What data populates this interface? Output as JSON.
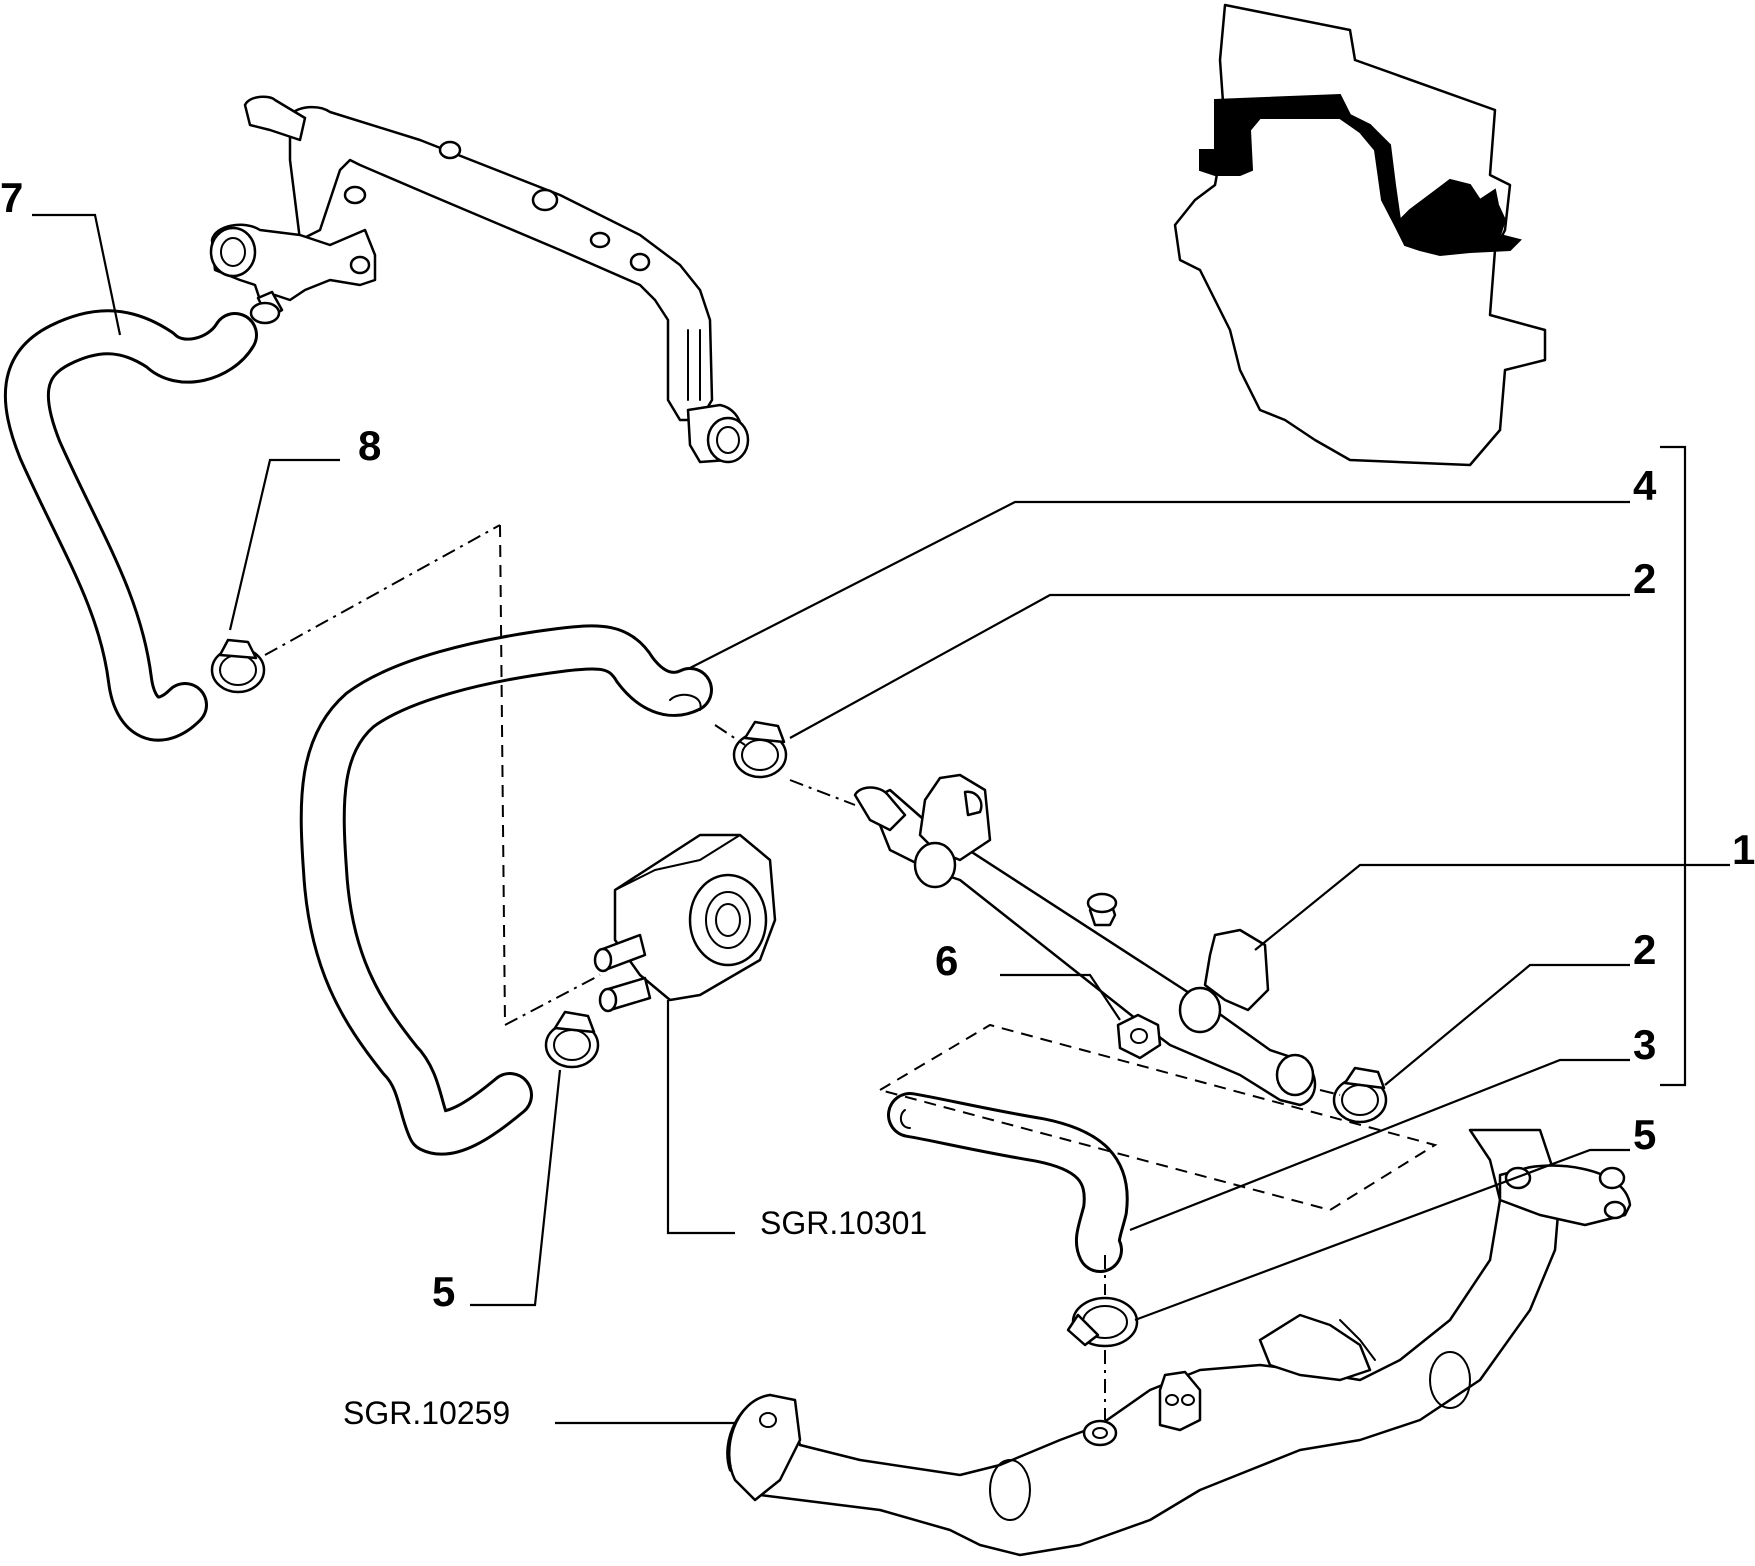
{
  "callouts": {
    "c7": "7",
    "c8": "8",
    "c4": "4",
    "c2_top": "2",
    "c1": "1",
    "c6": "6",
    "c2_bottom": "2",
    "c3": "3",
    "c5_right": "5",
    "c5_left": "5"
  },
  "references": {
    "oil_cooler": "SGR.10301",
    "exhaust": "SGR.10259"
  }
}
